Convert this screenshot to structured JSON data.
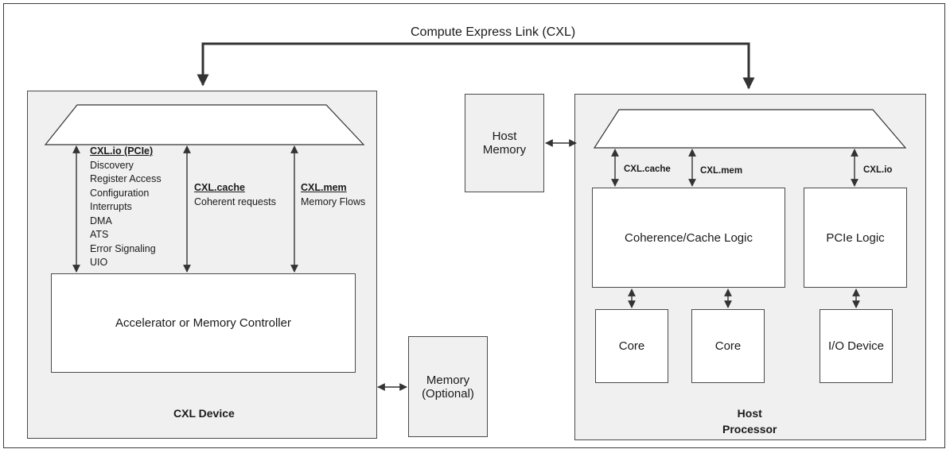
{
  "title": "Compute Express Link (CXL)",
  "device": {
    "label": "CXL Device",
    "io_protocol": "CXL.io (PCIe)",
    "io_items": [
      "Discovery",
      "Register Access",
      "Configuration",
      "Interrupts",
      "DMA",
      "ATS",
      "Error Signaling",
      "UIO"
    ],
    "cache_protocol": "CXL.cache",
    "cache_desc": "Coherent requests",
    "mem_protocol": "CXL.mem",
    "mem_desc": "Memory Flows",
    "controller": "Accelerator or Memory Controller"
  },
  "device_memory": {
    "line1": "Memory",
    "line2": "(Optional)"
  },
  "host_memory": {
    "line1": "Host",
    "line2": "Memory"
  },
  "host": {
    "label_line1": "Host",
    "label_line2": "Processor",
    "link_cache": "CXL.cache",
    "link_mem": "CXL.mem",
    "link_io": "CXL.io",
    "coherence_logic": "Coherence/Cache Logic",
    "pcie_logic": "PCIe Logic",
    "core1": "Core",
    "core2": "Core",
    "io_device": "I/O Device"
  }
}
